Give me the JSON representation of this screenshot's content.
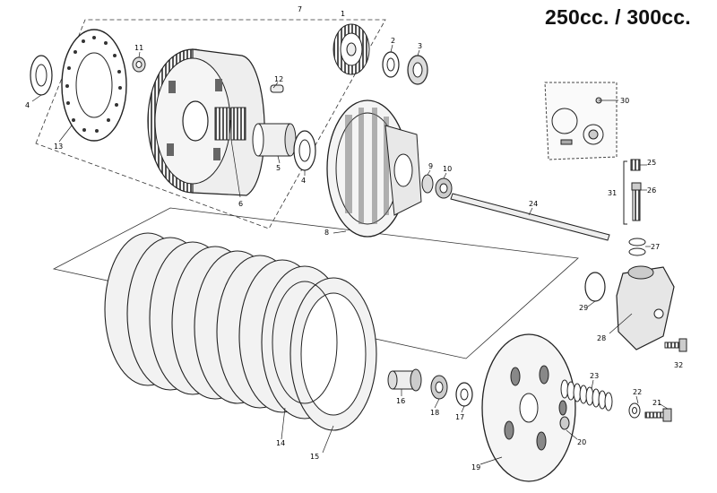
{
  "title": "250cc. / 300cc.",
  "callouts": [
    "1",
    "2",
    "3",
    "4",
    "4",
    "5",
    "6",
    "7",
    "8",
    "9",
    "10",
    "11",
    "12",
    "13",
    "14",
    "15",
    "16",
    "17",
    "18",
    "19",
    "20",
    "21",
    "22",
    "23",
    "24",
    "25",
    "26",
    "27",
    "28",
    "29",
    "30",
    "31",
    "32"
  ]
}
